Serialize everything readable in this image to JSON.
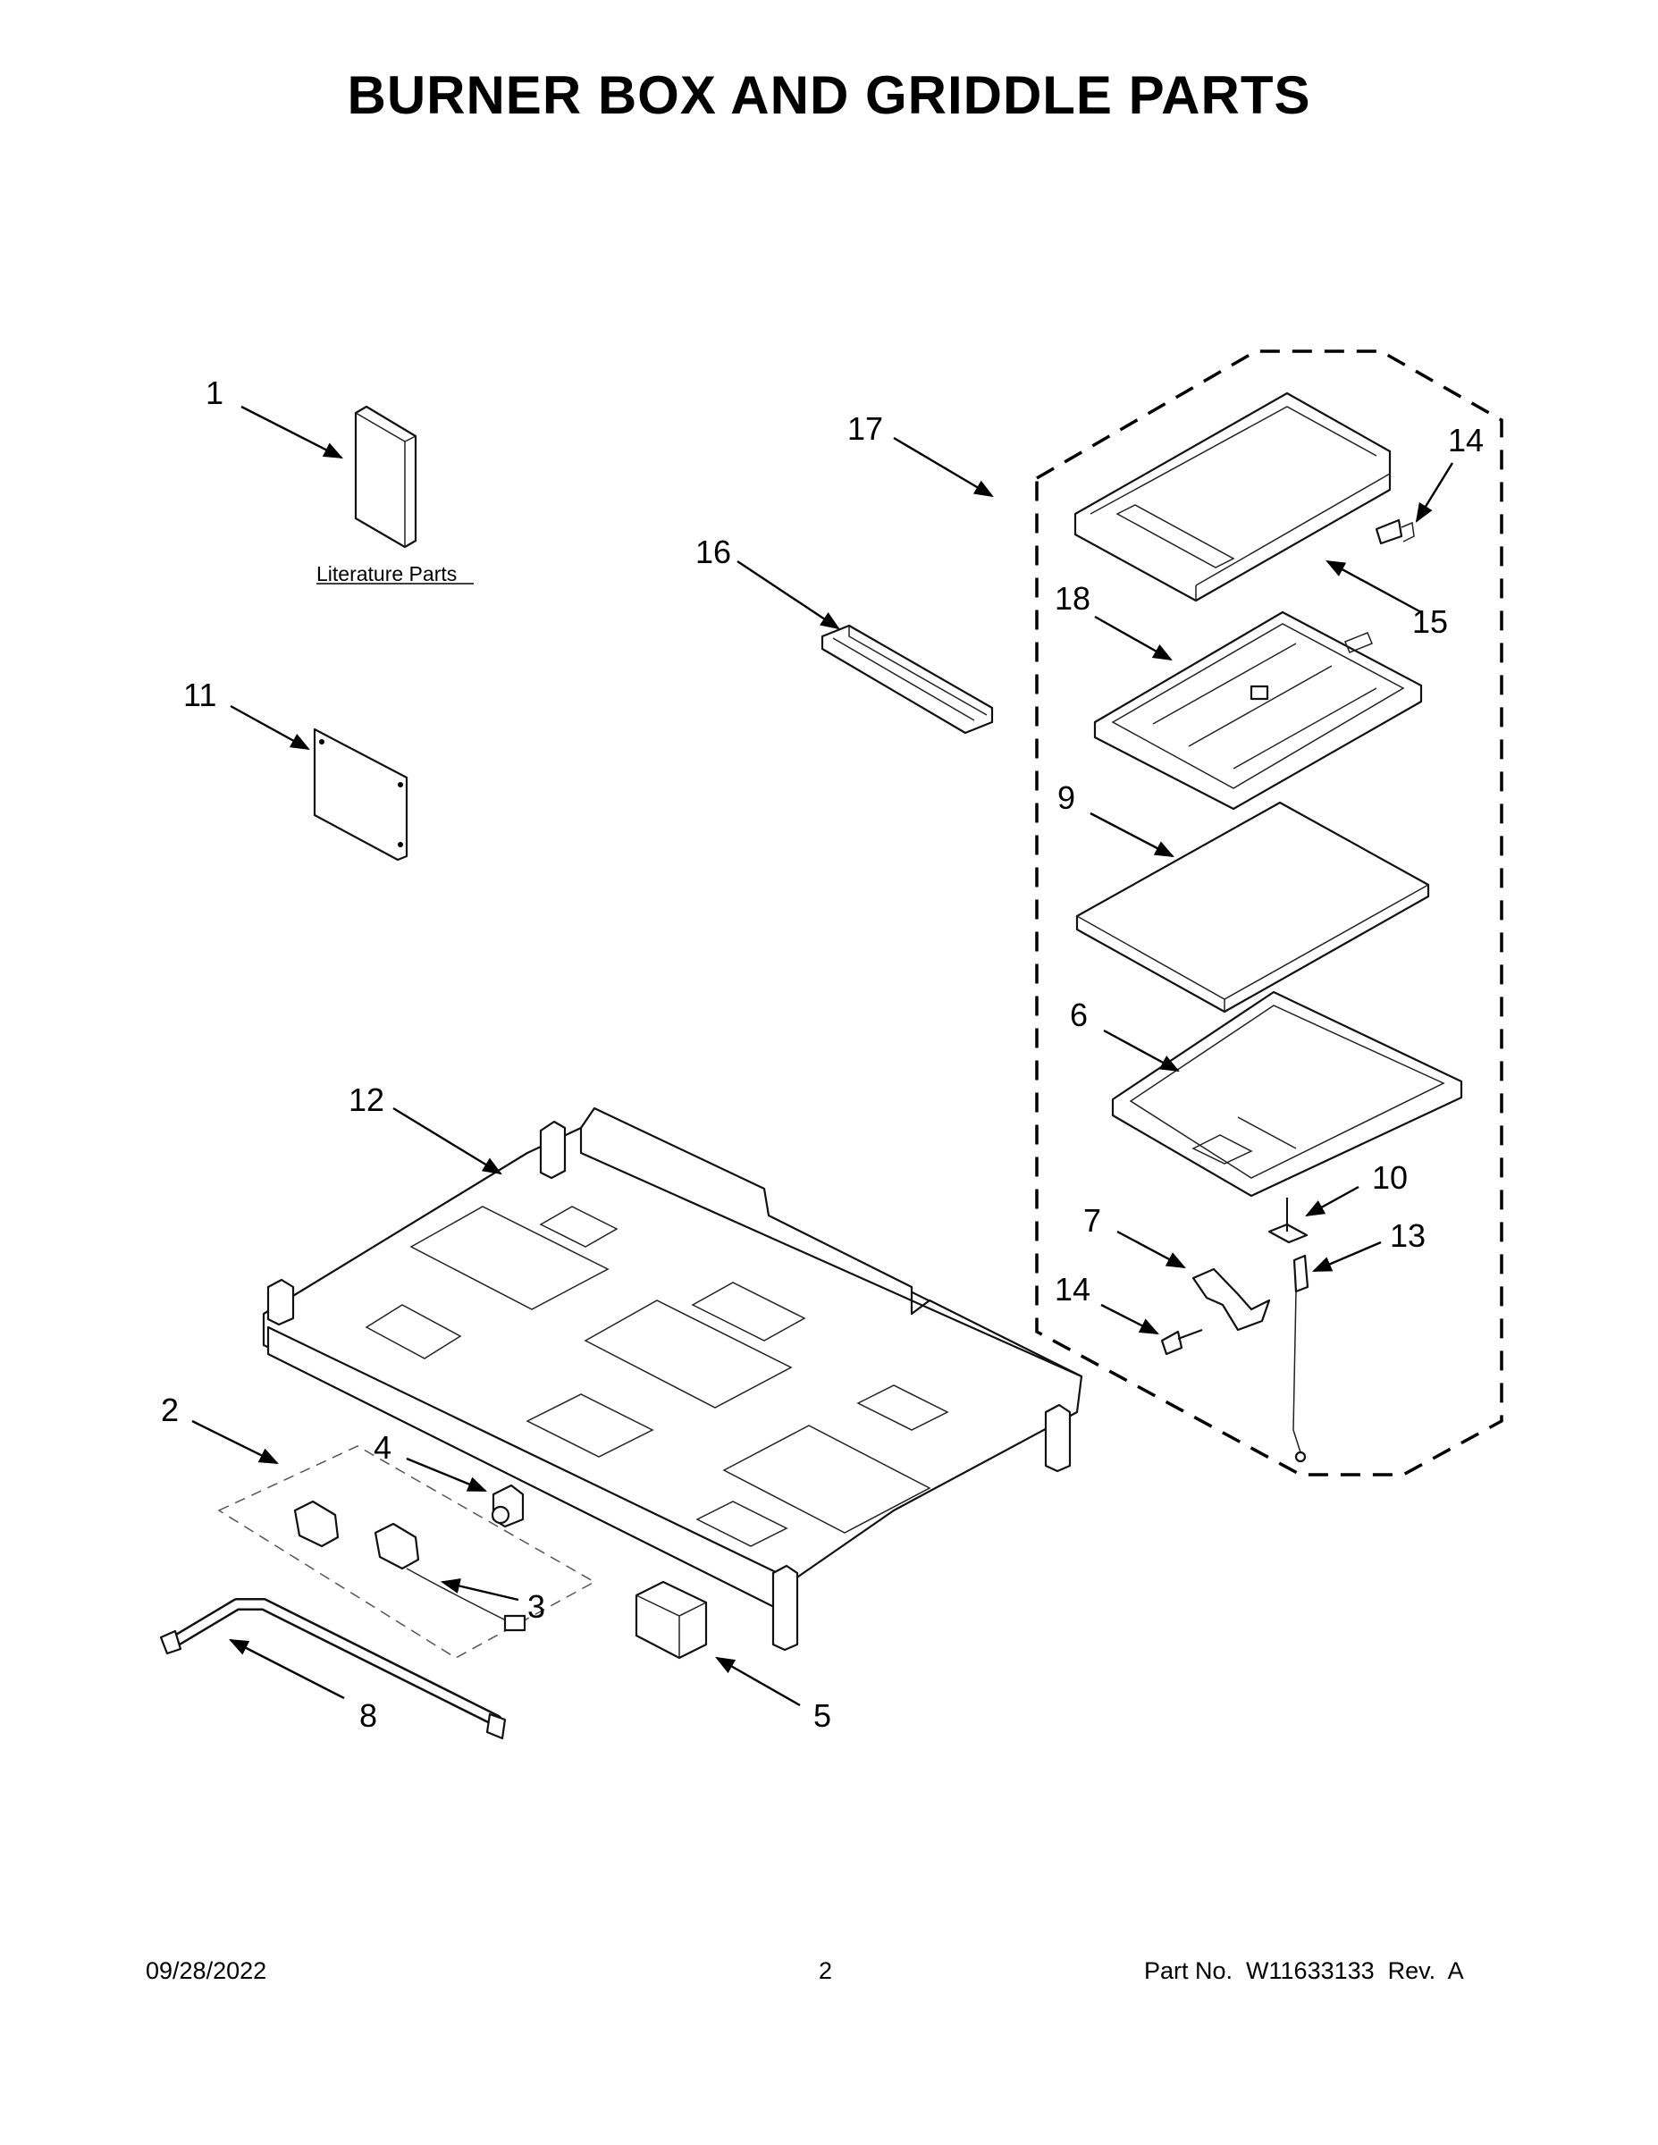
{
  "title": "BURNER BOX AND GRIDDLE PARTS",
  "literature_label": "Literature Parts",
  "callouts": {
    "c1": "1",
    "c2": "2",
    "c3": "3",
    "c4": "4",
    "c5": "5",
    "c6": "6",
    "c7": "7",
    "c8": "8",
    "c9": "9",
    "c10": "10",
    "c11": "11",
    "c12": "12",
    "c13": "13",
    "c14a": "14",
    "c14b": "14",
    "c15": "15",
    "c16": "16",
    "c17": "17",
    "c18": "18"
  },
  "footer": {
    "date": "09/28/2022",
    "page": "2",
    "part_no": "Part No.  W11633133  Rev.  A"
  }
}
